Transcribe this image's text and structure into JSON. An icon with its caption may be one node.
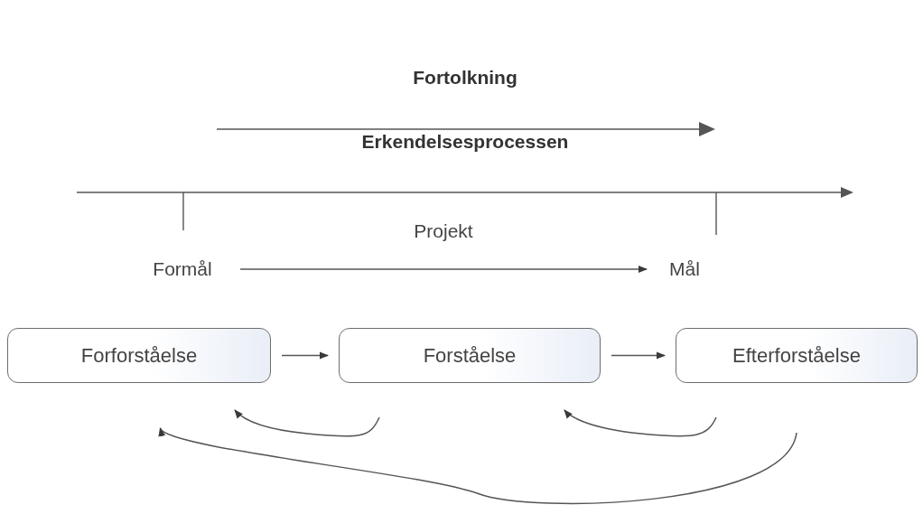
{
  "diagram": {
    "nodes": [
      {
        "text": [
          "Formål"
        ]
      },
      {
        "text": [
          "Mål"
        ]
      },
      {
        "text": [
          "Forforståelse"
        ]
      },
      {
        "text": [
          "Forståelse"
        ]
      },
      {
        "text": [
          "Efterforståelse"
        ]
      }
    ],
    "edges": [
      {
        "from": 0,
        "to": 1,
        "arrow": "to",
        "label": "Projekt"
      },
      {
        "from": 2,
        "to": 3,
        "arrow": "to"
      },
      {
        "from": 3,
        "to": 4,
        "arrow": "to"
      },
      {
        "from": 3,
        "to": 2,
        "arrow": "to"
      },
      {
        "from": 4,
        "to": 3,
        "arrow": "to"
      },
      {
        "from": 4,
        "to": 2,
        "arrow": "to"
      }
    ],
    "labels": [
      "Fortolkning",
      "Erkendelsesprocessen"
    ]
  }
}
